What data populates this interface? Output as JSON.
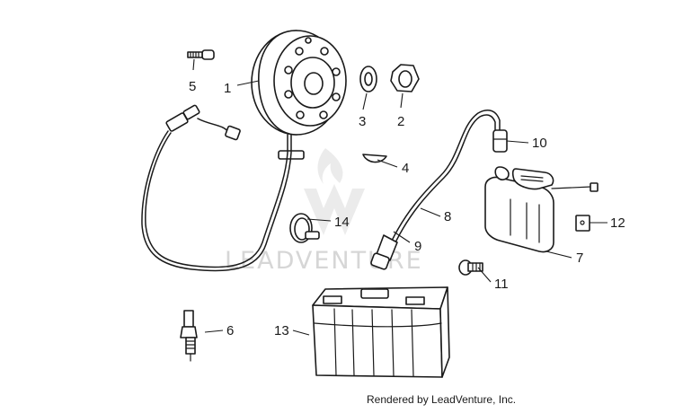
{
  "watermark": {
    "text": "LEADVENTURE"
  },
  "credit": "Rendered by LeadVenture, Inc.",
  "callouts": [
    {
      "id": "1",
      "label": "1"
    },
    {
      "id": "2",
      "label": "2"
    },
    {
      "id": "3",
      "label": "3"
    },
    {
      "id": "4",
      "label": "4"
    },
    {
      "id": "5",
      "label": "5"
    },
    {
      "id": "6",
      "label": "6"
    },
    {
      "id": "7",
      "label": "7"
    },
    {
      "id": "8",
      "label": "8"
    },
    {
      "id": "9",
      "label": "9"
    },
    {
      "id": "10",
      "label": "10"
    },
    {
      "id": "11",
      "label": "11"
    },
    {
      "id": "12",
      "label": "12"
    },
    {
      "id": "13",
      "label": "13"
    },
    {
      "id": "14",
      "label": "14"
    }
  ]
}
